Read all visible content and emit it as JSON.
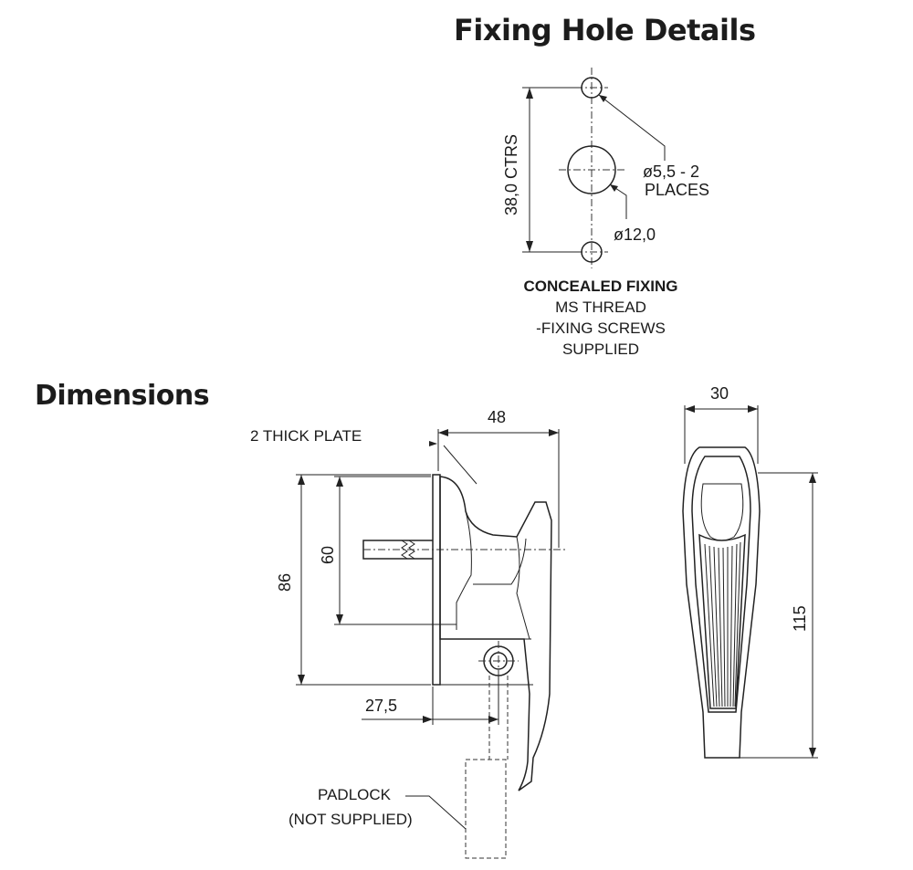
{
  "headings": {
    "fixing": "Fixing Hole Details",
    "dimensions": "Dimensions"
  },
  "fixing_details": {
    "centres": "38,0 CTRS",
    "small_hole_line1": "ø5,5 - 2",
    "small_hole_line2": "PLACES",
    "large_hole": "ø12,0",
    "note_bold": "CONCEALED FIXING",
    "note_line2": "MS THREAD",
    "note_line3": "-FIXING SCREWS",
    "note_line4": "SUPPLIED"
  },
  "dimensions": {
    "plate": "2 THICK PLATE",
    "depth": "48",
    "height_overall": "86",
    "height_inner": "60",
    "offset": "27,5",
    "width": "30",
    "length": "115",
    "padlock_line1": "PADLOCK",
    "padlock_line2": "(NOT SUPPLIED)"
  }
}
